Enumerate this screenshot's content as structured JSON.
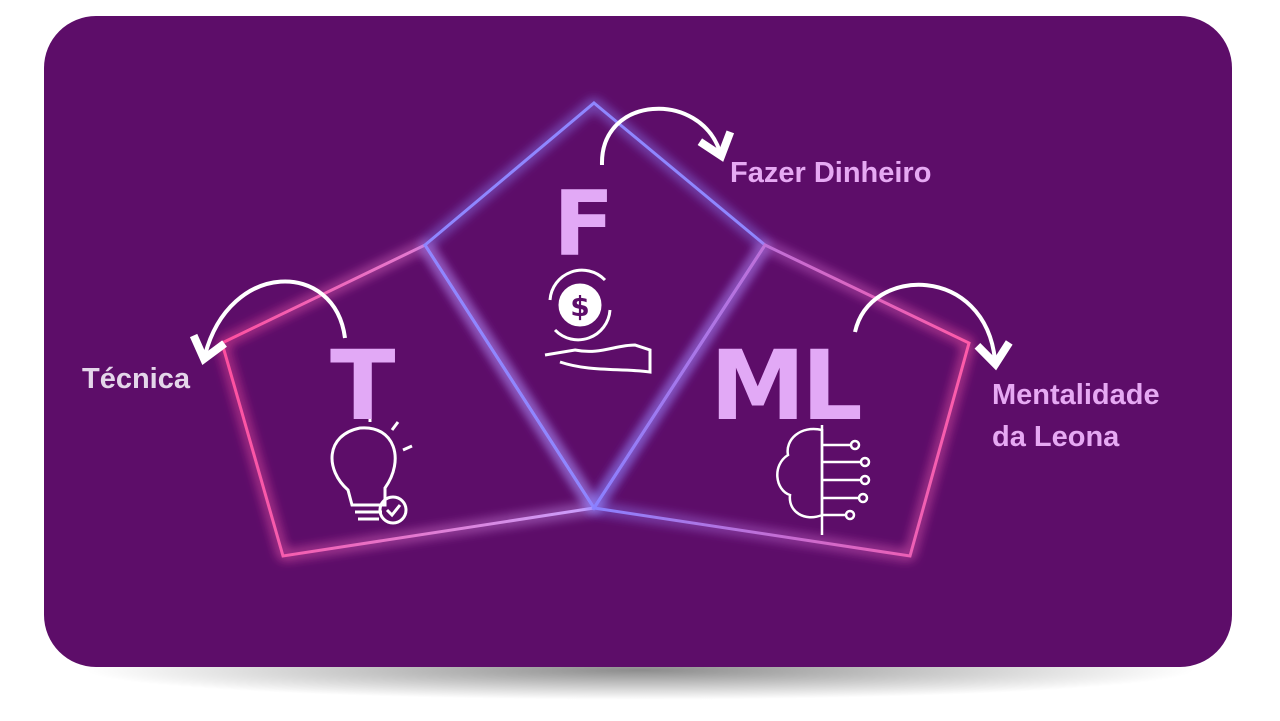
{
  "letters": {
    "t": "T",
    "f": "F",
    "ml": "ML"
  },
  "labels": {
    "tecnica": "Técnica",
    "fazer_dinheiro": "Fazer Dinheiro",
    "mentalidade_line1": "Mentalidade",
    "mentalidade_line2": "da Leona"
  },
  "colors": {
    "background": "#5d0d69",
    "letters": "#e2a9f6",
    "neon_pink": "#ff4fa0",
    "neon_blue": "#8a7cff"
  }
}
